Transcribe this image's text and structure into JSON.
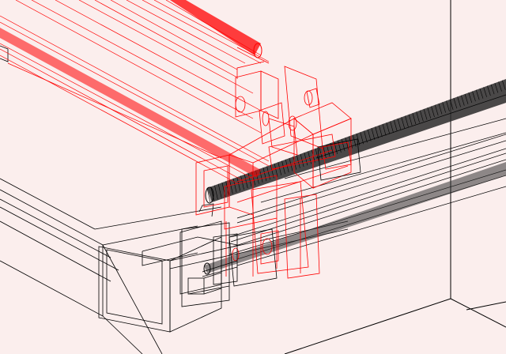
{
  "viewport": {
    "background": "#fbeeed",
    "selected_color": "#ff0000",
    "unselected_color": "#000000",
    "display_mode": "wireframe",
    "projection": "isometric",
    "selection": {
      "parts": [
        "red-rod",
        "red-rail",
        "red-bracket-assembly"
      ]
    },
    "labels": []
  }
}
